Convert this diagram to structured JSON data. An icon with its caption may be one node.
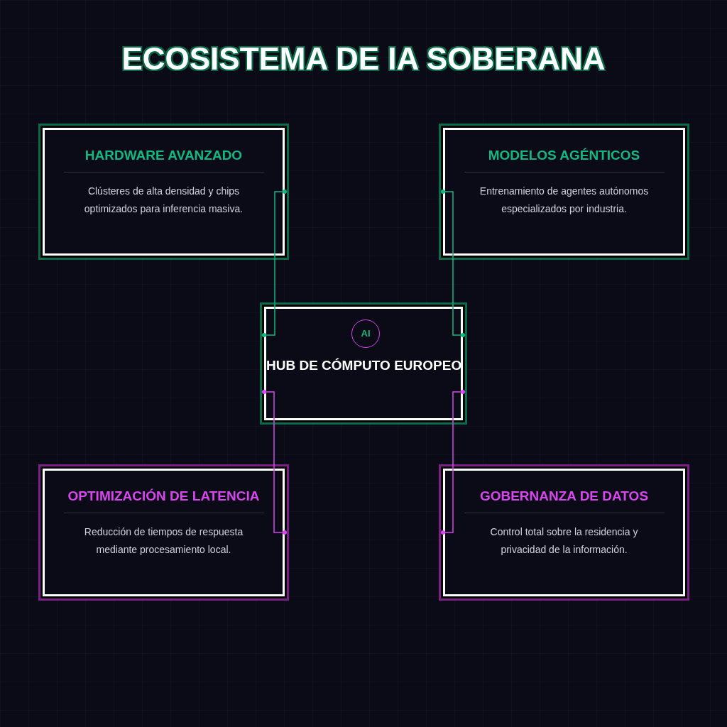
{
  "diagram": {
    "title": "ECOSISTEMA DE IA SOBERANA",
    "nodes": [
      {
        "text": [
          "HARDWARE AVANZADO",
          "Clústeres de alta densidad y chips optimizados para inferencia masiva."
        ]
      },
      {
        "text": [
          "MODELOS AGÉNTICOS",
          "Entrenamiento de agentes autónomos especializados por industria."
        ]
      },
      {
        "text": [
          "HUB DE CÓMPUTO EUROPEO"
        ]
      },
      {
        "text": [
          "AI"
        ],
        "in": 2
      },
      {
        "text": [
          "OPTIMIZACIÓN DE LATENCIA",
          "Reducción de tiempos de respuesta mediante procesamiento local."
        ]
      },
      {
        "text": [
          "GOBERNANZA DE DATOS",
          "Control total sobre la residencia y privacidad de la información."
        ]
      }
    ],
    "edges": [
      {
        "from": 0,
        "to": 2,
        "arrow": "other",
        "color": "#10b981"
      },
      {
        "from": 1,
        "to": 2,
        "arrow": "other",
        "color": "#10b981"
      },
      {
        "from": 2,
        "to": 4,
        "arrow": "other",
        "color": "#d946ef"
      },
      {
        "from": 2,
        "to": 5,
        "arrow": "other",
        "color": "#d946ef"
      }
    ]
  }
}
